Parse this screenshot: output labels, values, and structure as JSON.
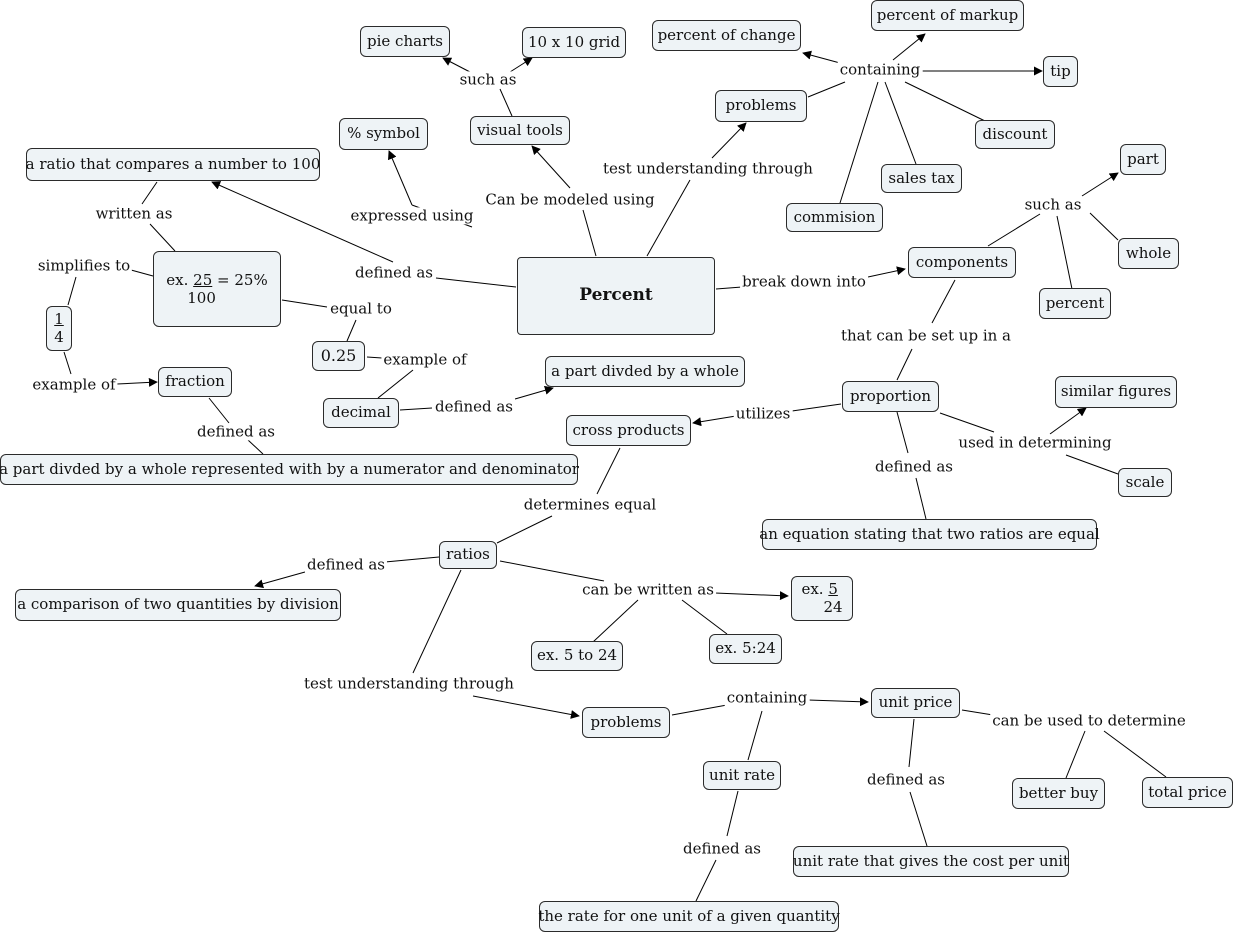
{
  "nodes": {
    "percent": "Percent",
    "pie_charts": "pie charts",
    "grid": "10 x 10 grid",
    "visual_tools": "visual tools",
    "percent_symbol": "% symbol",
    "ratio_100": "a ratio that compares a number to 100",
    "example_25": {
      "prefix": "ex.",
      "numerator": "25",
      "suffix": "= 25%",
      "denominator": "100"
    },
    "one_fourth": {
      "numerator": "1",
      "denominator": "4"
    },
    "fraction": "fraction",
    "fraction_def": "a part divded by a whole represented with by a numerator and denominator",
    "point_25": "0.25",
    "decimal": "decimal",
    "part_whole": "a part divded by a whole",
    "percent_of_change": "percent of change",
    "percent_of_markup": "percent of markup",
    "tip": "tip",
    "problems_top": "problems",
    "discount": "discount",
    "sales_tax": "sales tax",
    "commision": "commision",
    "components": "components",
    "part": "part",
    "whole": "whole",
    "percent_component": "percent",
    "proportion": "proportion",
    "cross_products": "cross products",
    "similar_figures": "similar figures",
    "scale": "scale",
    "equation_def": "an equation stating that two ratios are equal",
    "ratios": "ratios",
    "comparison_def": "a comparison of two quantities by division",
    "example_5_24": {
      "prefix": "ex.",
      "numerator": "5",
      "denominator": "24"
    },
    "ex_5_to_24": "ex. 5 to 24",
    "ex_5_colon_24": "ex. 5:24",
    "problems_bottom": "problems",
    "unit_price": "unit price",
    "unit_rate": "unit rate",
    "better_buy": "better buy",
    "total_price": "total price",
    "unit_price_def": "unit rate that gives the cost per unit",
    "unit_rate_def": "the rate for one unit of a given quantity"
  },
  "links": {
    "such_as_top": "such as",
    "containing_top": "containing",
    "expressed_using": "expressed using",
    "can_be_modeled_using": "Can be modeled using",
    "test_understanding_top": "test understanding through",
    "written_as": "written as",
    "simplifies_to": "simplifies to",
    "defined_as_percent": "defined as",
    "equal_to": "equal to",
    "example_of_decimal": "example of",
    "example_of_fraction": "example of",
    "defined_as_decimal": "defined as",
    "defined_as_fraction": "defined as",
    "break_down_into": "break down into",
    "such_as_components": "such as",
    "that_can_be_set_up": "that can be set up in a",
    "utilizes": "utilizes",
    "used_in_determining": "used in determining",
    "defined_as_proportion": "defined as",
    "determines_equal": "determines equal",
    "defined_as_ratios": "defined as",
    "can_be_written_as": "can be written as",
    "test_understanding_bottom": "test understanding through",
    "containing_bottom": "containing",
    "can_be_used_to_determine": "can be used to determine",
    "defined_as_unit_price": "defined as",
    "defined_as_unit_rate": "defined as"
  }
}
